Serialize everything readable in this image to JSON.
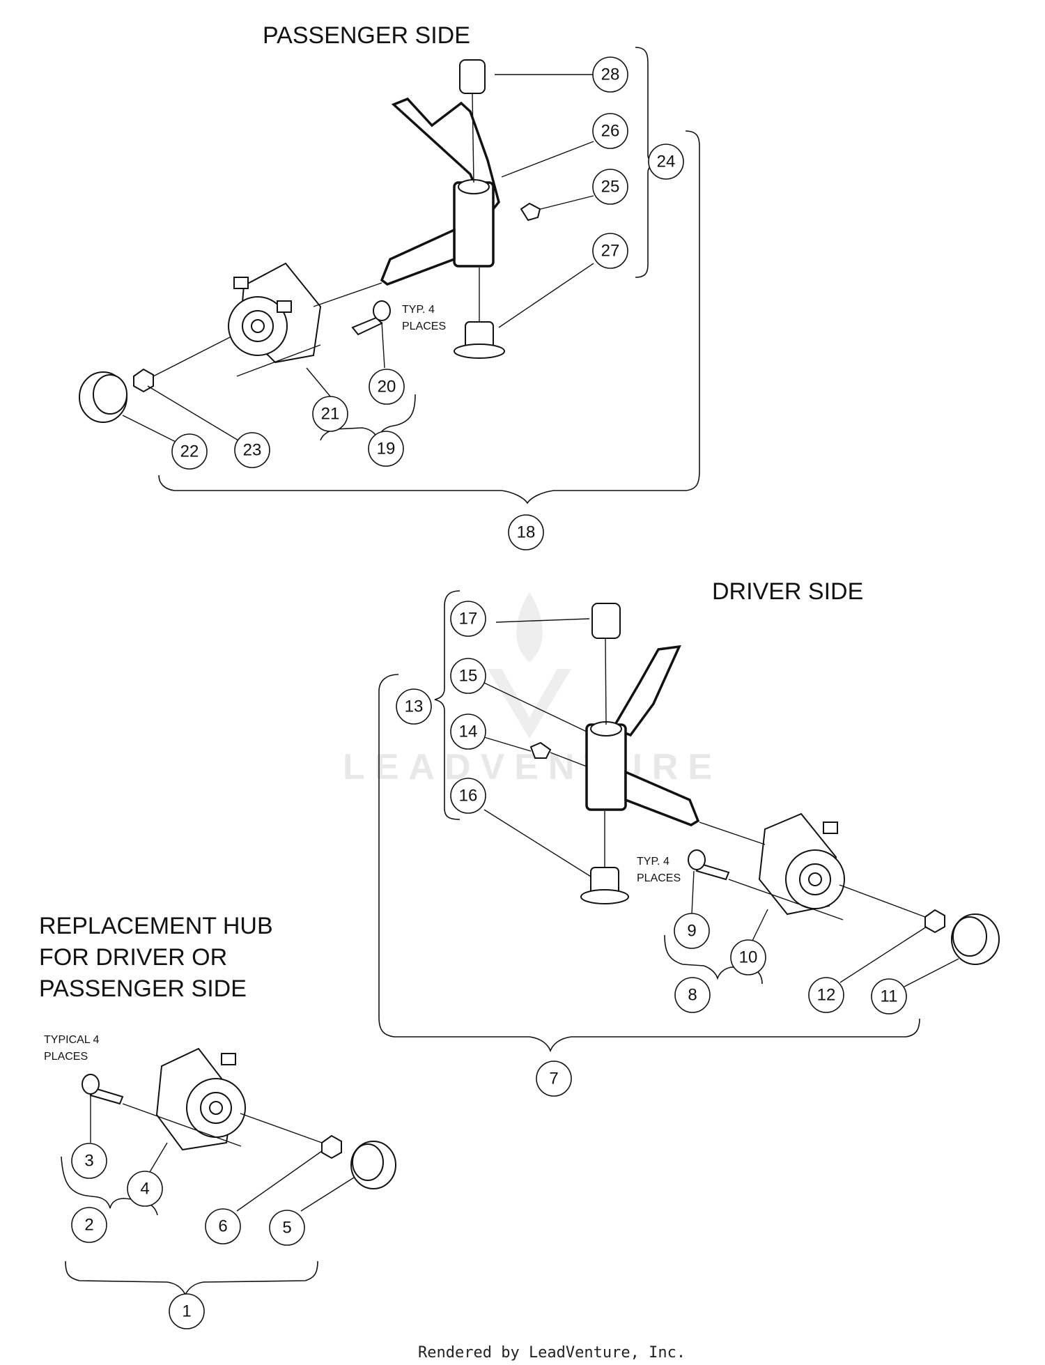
{
  "titles": {
    "passenger": "PASSENGER SIDE",
    "driver": "DRIVER SIDE",
    "replacement_line1": "REPLACEMENT HUB",
    "replacement_line2": "FOR DRIVER OR",
    "replacement_line3": "PASSENGER SIDE"
  },
  "notes": {
    "typ4_a_line1": "TYP. 4",
    "typ4_a_line2": "PLACES",
    "typ4_b_line1": "TYP. 4",
    "typ4_b_line2": "PLACES",
    "typical4_line1": "TYPICAL 4",
    "typical4_line2": "PLACES"
  },
  "callouts": [
    "1",
    "2",
    "3",
    "4",
    "5",
    "6",
    "7",
    "8",
    "9",
    "10",
    "11",
    "12",
    "13",
    "14",
    "15",
    "16",
    "17",
    "18",
    "19",
    "20",
    "21",
    "22",
    "23",
    "24",
    "25",
    "26",
    "27",
    "28"
  ],
  "watermark": "LEADVENTURE",
  "footer": "Rendered by LeadVenture, Inc.",
  "colors": {
    "ink": "#111111",
    "watermark": "#e8e8e8"
  }
}
